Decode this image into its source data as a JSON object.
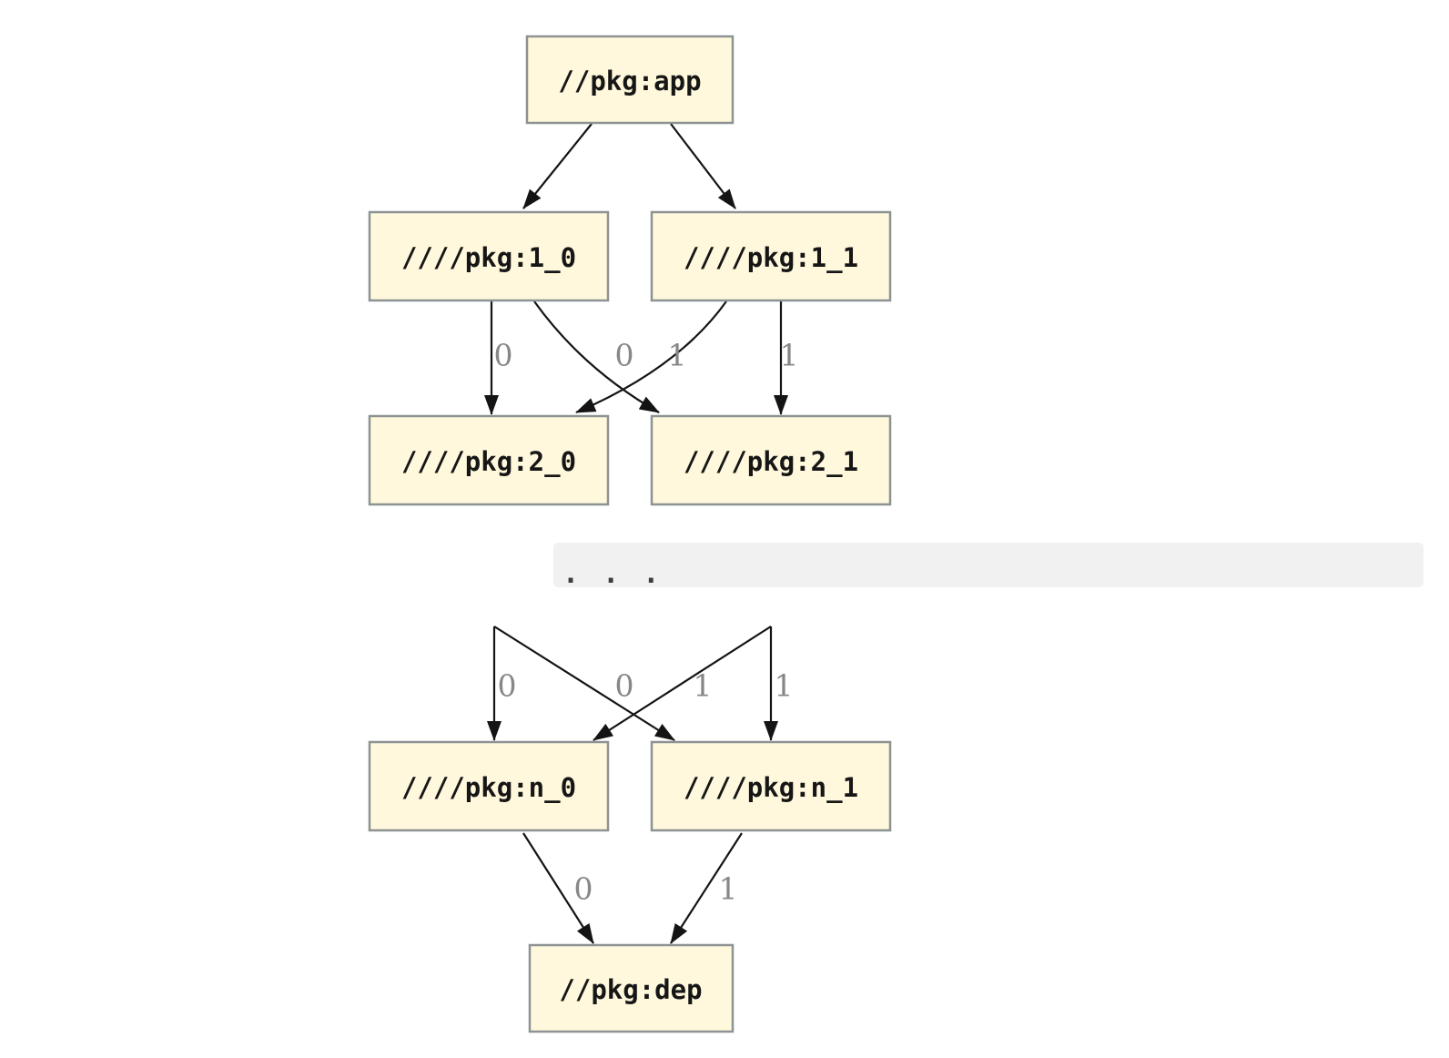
{
  "diagram": {
    "type": "dependency-graph",
    "nodes": [
      {
        "id": "app",
        "label": "//pkg:app"
      },
      {
        "id": "1_0",
        "label": "////pkg:1_0"
      },
      {
        "id": "1_1",
        "label": "////pkg:1_1"
      },
      {
        "id": "2_0",
        "label": "////pkg:2_0"
      },
      {
        "id": "2_1",
        "label": "////pkg:2_1"
      },
      {
        "id": "n_0",
        "label": "////pkg:n_0"
      },
      {
        "id": "n_1",
        "label": "////pkg:n_1"
      },
      {
        "id": "dep",
        "label": "//pkg:dep"
      }
    ],
    "edges": [
      {
        "from": "app",
        "to": "1_0",
        "label": ""
      },
      {
        "from": "app",
        "to": "1_1",
        "label": ""
      },
      {
        "from": "1_0",
        "to": "2_0",
        "label": "0"
      },
      {
        "from": "1_0",
        "to": "2_1",
        "label": "0"
      },
      {
        "from": "1_1",
        "to": "2_0",
        "label": "1"
      },
      {
        "from": "1_1",
        "to": "2_1",
        "label": "1"
      },
      {
        "from": "prev_0",
        "to": "n_0",
        "label": "0"
      },
      {
        "from": "prev_0",
        "to": "n_1",
        "label": "0"
      },
      {
        "from": "prev_1",
        "to": "n_0",
        "label": "1"
      },
      {
        "from": "prev_1",
        "to": "n_1",
        "label": "1"
      },
      {
        "from": "n_0",
        "to": "dep",
        "label": "0"
      },
      {
        "from": "n_1",
        "to": "dep",
        "label": "1"
      }
    ],
    "ellipsis": ". . .",
    "colors": {
      "node_fill": "#FFF8DC",
      "node_border": "#8d9393",
      "edge": "#141414",
      "edge_label": "#878787",
      "ellipsis_band_bg": "#F1F1F1",
      "ellipsis_dots": "#3d3d3d",
      "background": "#ffffff"
    }
  }
}
